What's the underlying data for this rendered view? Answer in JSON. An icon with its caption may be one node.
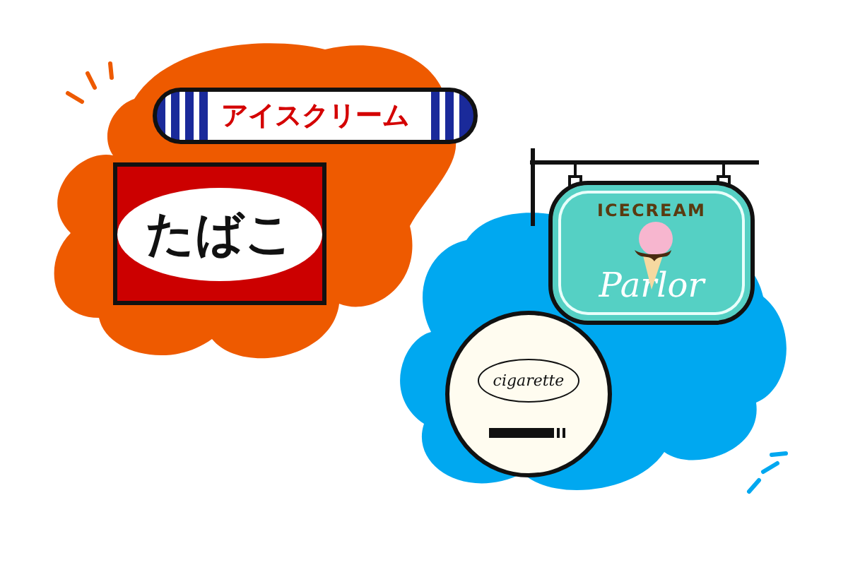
{
  "diagram": {
    "nodes": [
      {
        "text": [
          "アイスクリーム"
        ]
      },
      {
        "text": [
          "たばこ"
        ]
      },
      {
        "text": [
          "ICECREAM",
          "Parlor"
        ]
      },
      {
        "text": [
          "cigarette"
        ]
      }
    ]
  }
}
